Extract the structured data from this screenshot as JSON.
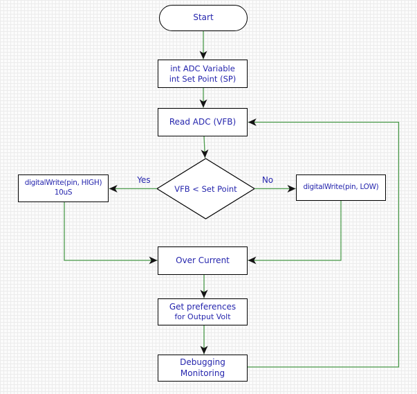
{
  "diagram": {
    "type": "flowchart",
    "colors": {
      "background": "#fbfbfb",
      "grid_line": "#ececec",
      "node_border": "#000000",
      "node_fill": "#ffffff",
      "node_text": "#2525ad",
      "connector": "#4a9a4a",
      "arrowhead": "#141414"
    },
    "nodes": {
      "start": {
        "shape": "stadium",
        "label": "Start"
      },
      "init": {
        "shape": "rect",
        "lines": [
          "int ADC Variable",
          "int Set Point (SP)"
        ]
      },
      "read_adc": {
        "shape": "rect",
        "label": "Read ADC (VFB)"
      },
      "decision": {
        "shape": "diamond",
        "label": "VFB < Set Point"
      },
      "write_high": {
        "shape": "rect",
        "lines": [
          "digitalWrite(pin, HIGH)",
          "10uS"
        ]
      },
      "write_low": {
        "shape": "rect",
        "label": "digitalWrite(pin, LOW)"
      },
      "over_current": {
        "shape": "rect",
        "label": "Over Current"
      },
      "get_preferences": {
        "shape": "rect",
        "lines": [
          "Get preferences",
          "for Output Volt"
        ]
      },
      "debugging": {
        "shape": "rect",
        "lines": [
          "Debugging",
          "Monitoring"
        ]
      }
    },
    "edge_labels": {
      "yes": "Yes",
      "no": "No"
    },
    "edges": [
      "start -> init",
      "init -> read_adc",
      "read_adc -> decision",
      "decision -> write_high (Yes)",
      "decision -> write_low (No)",
      "write_high -> over_current",
      "write_low -> over_current",
      "over_current -> get_preferences",
      "get_preferences -> debugging",
      "debugging -> read_adc (feedback loop)"
    ]
  }
}
